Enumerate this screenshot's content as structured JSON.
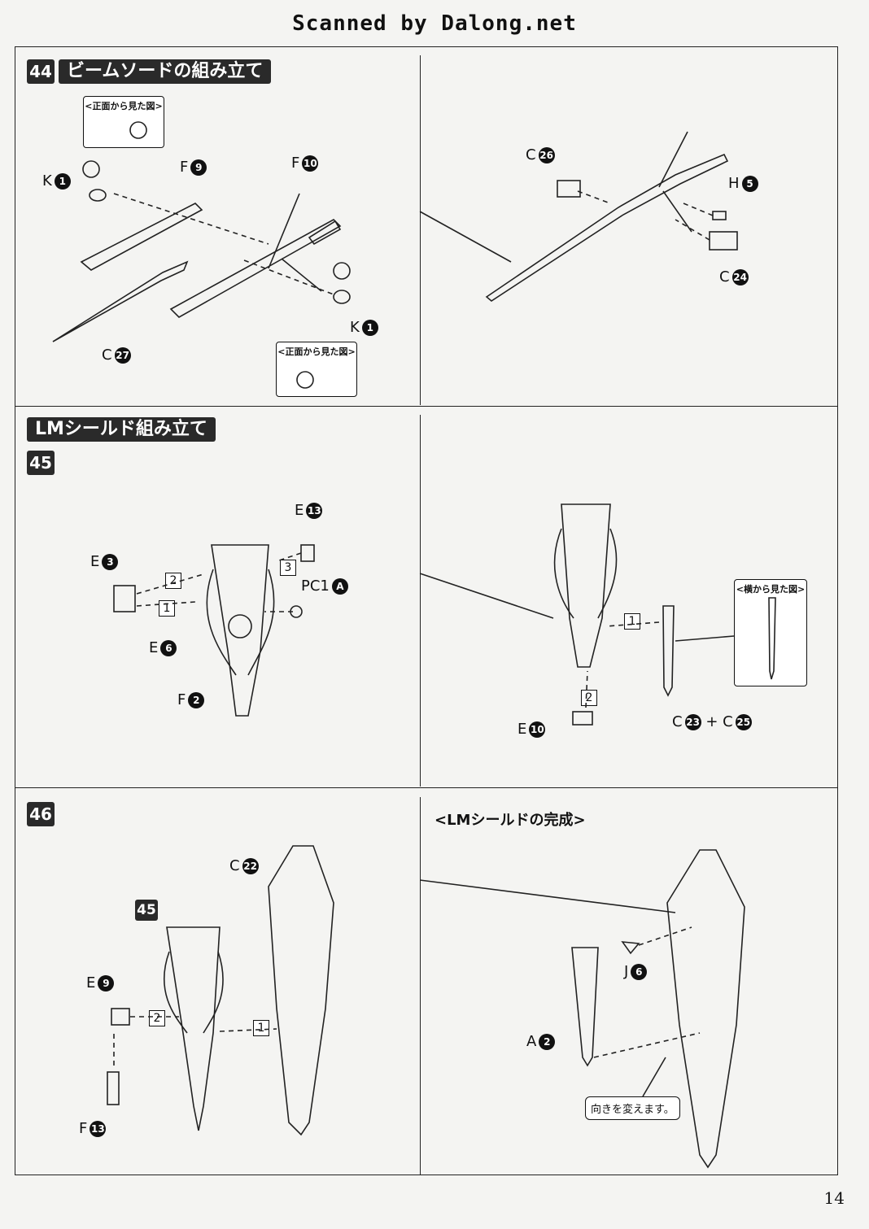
{
  "header": "Scanned by Dalong.net",
  "page_number": "14",
  "step44": {
    "badge": "44",
    "title": "ビームソードの組み立て",
    "callout_front_1": "<正面から見た図>",
    "callout_front_2": "<正面から見た図>",
    "parts": [
      "K",
      "1",
      "F",
      "9",
      "F",
      "10",
      "C",
      "27",
      "K",
      "1",
      "C",
      "26",
      "H",
      "5",
      "C",
      "24"
    ]
  },
  "step45": {
    "section_title": "LMシールド組み立て",
    "badge": "45",
    "callout_side": "<横から見た図>"
  },
  "step46": {
    "badge": "46",
    "sub_badge": "45",
    "complete_title": "<LMシールドの完成>",
    "note": "向きを変えます。"
  },
  "labels": {
    "k": "K",
    "f": "F",
    "c": "C",
    "h": "H",
    "e": "E",
    "pc1": "PC1",
    "a": "A",
    "j": "J",
    "plus": "+"
  },
  "nums": {
    "n1": "1",
    "n2": "2",
    "n3": "3",
    "n5": "5",
    "n6": "6",
    "n9": "9",
    "n10": "10",
    "n13": "13",
    "n22": "22",
    "n23": "23",
    "n24": "24",
    "n25": "25",
    "n26": "26",
    "n27": "27",
    "nA": "A"
  }
}
